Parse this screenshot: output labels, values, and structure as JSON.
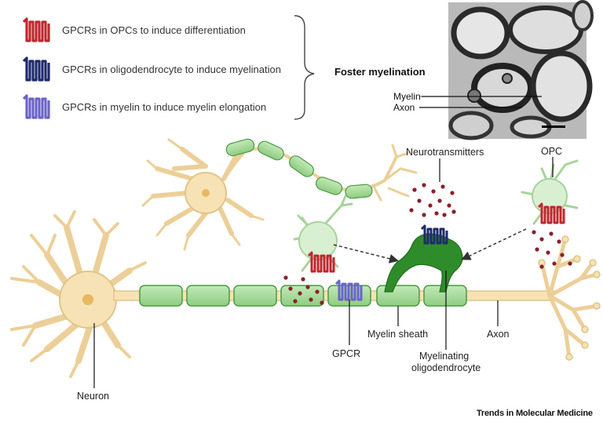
{
  "legend": {
    "items": [
      {
        "text": "GPCRs in OPCs to induce differentiation",
        "color": "#c0272d"
      },
      {
        "text": "GPCRs in oligodendrocyte to induce myelination",
        "color": "#1f2a6b"
      },
      {
        "text": "GPCRs in myelin to induce myelin elongation",
        "color": "#6b63c9"
      }
    ],
    "summary": "Foster myelination"
  },
  "micrograph": {
    "labels": {
      "myelin": "Myelin",
      "axon": "Axon"
    }
  },
  "diagram_labels": {
    "neurotransmitters": "Neurotransmitters",
    "opc": "OPC",
    "myelin_sheath": "Myelin sheath",
    "gpcr": "GPCR",
    "myelinating_line1": "Myelinating",
    "myelinating_line2": "oligodendrocyte",
    "axon": "Axon",
    "neuron": "Neuron"
  },
  "footer": {
    "journal": "Trends in Molecular Medicine"
  },
  "colors": {
    "neuron_fill": "#f6e2b5",
    "neuron_stroke": "#e2c488",
    "myelin_fill": "#a6d99a",
    "myelin_stroke": "#4c9a45",
    "oligo_fill": "#2f8c2a",
    "opc_fill": "#d9efd2",
    "opc_stroke": "#a8d39c",
    "dots": "#8b1f2a",
    "arrow": "#333333"
  }
}
